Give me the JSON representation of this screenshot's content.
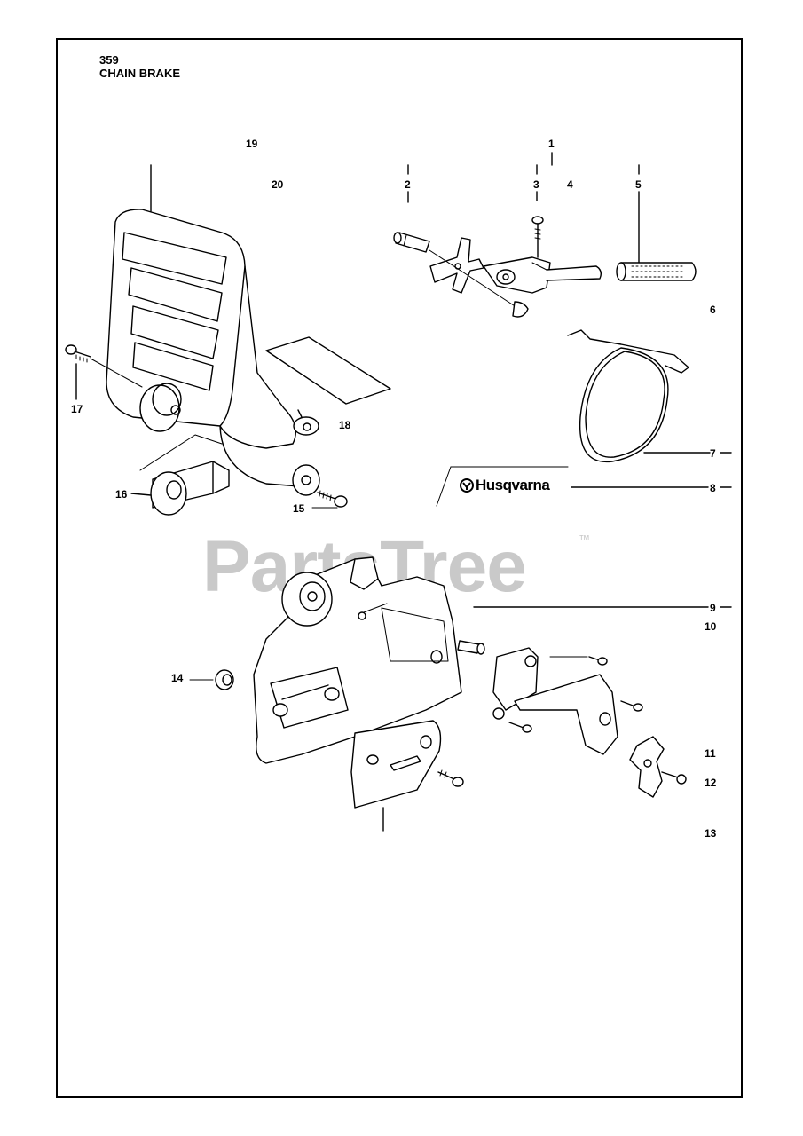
{
  "header": {
    "page_number": "359",
    "title": "CHAIN BRAKE"
  },
  "callouts": {
    "c1": "1",
    "c2": "2",
    "c3": "3",
    "c4": "4",
    "c5": "5",
    "c6": "6",
    "c7": "7",
    "c8": "8",
    "c9": "9",
    "c10": "10",
    "c11": "11",
    "c12": "12",
    "c13": "13",
    "c14": "14",
    "c15": "15",
    "c16": "16",
    "c17": "17",
    "c18": "18",
    "c19": "19",
    "c20": "20"
  },
  "decal": {
    "brand": "Husqvarna"
  },
  "watermark": {
    "text": "PartsTree",
    "tm": "™"
  }
}
